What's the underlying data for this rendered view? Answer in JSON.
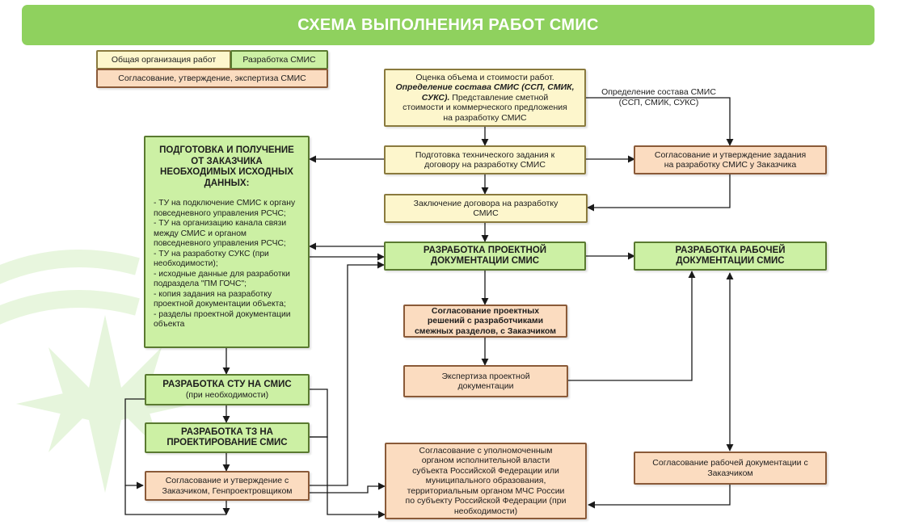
{
  "header": {
    "title": "СХЕМА ВЫПОЛНЕНИЯ РАБОТ СМИС"
  },
  "legend": {
    "general": "Общая организация работ",
    "development": "Разработка СМИС",
    "approval": "Согласование, утверждение, экспертиза СМИС"
  },
  "nodes": {
    "estimate": {
      "l1": "Оценка объема и стоимости работ.",
      "l2": "Определение состава СМИС (ССП, СМИК,",
      "l3": "СУКС).",
      "l3b": " Представление сметной",
      "l4": "стоимости и коммерческого предложения",
      "l5": "на разработку СМИС"
    },
    "tech_task": {
      "l1": "Подготовка технического задания к",
      "l2": "договору на разработку СМИС"
    },
    "approve_task": {
      "l1": "Согласование и утверждение задания",
      "l2": "на разработку СМИС у Заказчика"
    },
    "contract": {
      "l1": "Заключение договора на разработку",
      "l2": "СМИС"
    },
    "prep": {
      "title": "ПОДГОТОВКА И ПОЛУЧЕНИЕ ОТ ЗАКАЗЧИКА НЕОБХОДИМЫХ ИСХОДНЫХ ДАННЫХ:",
      "items": [
        "- ТУ на подключение СМИС к органу повседневного управления РСЧС;",
        "- ТУ на организацию канала связи между СМИС и органом повседневного управления РСЧС;",
        "- ТУ на разработку СУКС (при необходимости);",
        "- исходные данные для разработки подраздела \"ПМ ГОЧС\";",
        "- копия задания на разработку проектной документации объекта;",
        "- разделы проектной документации объекта"
      ]
    },
    "project_doc": {
      "l1": "РАЗРАБОТКА ПРОЕКТНОЙ",
      "l2": "ДОКУМЕНТАЦИИ СМИС"
    },
    "work_doc": {
      "l1": "РАЗРАБОТКА РАБОЧЕЙ",
      "l2": "ДОКУМЕНТАЦИИ СМИС"
    },
    "adjacent": {
      "l1": "Согласование проектных",
      "l2": "решений с разработчиками",
      "l3": "смежных разделов, с Заказчиком"
    },
    "expertise": {
      "l1": "Экспертиза проектной",
      "l2": "документации"
    },
    "stu": {
      "l1": "РАЗРАБОТКА СТУ НА СМИС",
      "l2": "(при необходимости)"
    },
    "tz": {
      "l1": "РАЗРАБОТКА ТЗ НА",
      "l2": "ПРОЕКТИРОВАНИЕ СМИС"
    },
    "approve_gen": {
      "l1": "Согласование и утверждение с",
      "l2": "Заказчиком, Генпроектровщиком"
    },
    "authority": {
      "l1": "Согласование с уполномоченным",
      "l2": "органом исполнительной власти",
      "l3": "субъекта Российской Федерации или",
      "l4": "муниципального образования,",
      "l5": "территориальным органом МЧС России",
      "l6": "по субъекту Российской Федерации (при",
      "l7": "необходимости)"
    },
    "approve_work": {
      "l1": "Согласование рабочей документации с",
      "l2": "Заказчиком"
    }
  },
  "notes": {
    "composition_l1": "Определение состава СМИС",
    "composition_l2": "(ССП, СМИК, СУКС)"
  },
  "colors": {
    "header": "#8fd15e",
    "general": "#fdf6cc",
    "development": "#ccf0a4",
    "approval": "#fbdcc0",
    "arrows": "#1a1a1a",
    "decoration": "#e6f5dc"
  }
}
